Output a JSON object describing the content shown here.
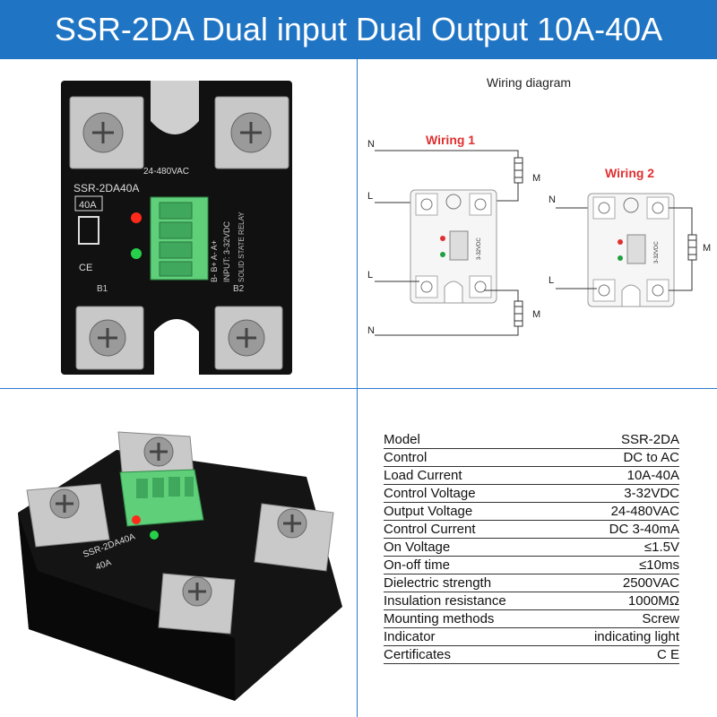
{
  "banner": {
    "title": "SSR-2DA Dual input Dual Output 10A-40A"
  },
  "relay_top": {
    "voltage": "24-480VAC",
    "model": "SSR-2DA40A",
    "rating": "40A",
    "input_label": "INPUT: 3-32VDC",
    "type_label": "SOLID STATE RELAY",
    "term_b1": "B1",
    "term_b2": "B2",
    "term_minus": "B- B+ A- A+",
    "ce": "CE"
  },
  "wiring": {
    "title": "Wiring diagram",
    "wiring1": "Wiring 1",
    "wiring2": "Wiring 2",
    "n": "N",
    "l": "L",
    "m": "M",
    "module_voltage": "3-32VDC",
    "accent": "#e03030"
  },
  "specs": [
    {
      "label": "Model",
      "value": "SSR-2DA"
    },
    {
      "label": "Control",
      "value": "DC to AC"
    },
    {
      "label": "Load Current",
      "value": "10A-40A"
    },
    {
      "label": "Control Voltage",
      "value": "3-32VDC"
    },
    {
      "label": "Output Voltage",
      "value": "24-480VAC"
    },
    {
      "label": "Control  Current",
      "value": "DC 3-40mA"
    },
    {
      "label": "On Voltage",
      "value": "≤1.5V"
    },
    {
      "label": "On-off time",
      "value": "≤10ms"
    },
    {
      "label": "Dielectric strength",
      "value": "2500VAC"
    },
    {
      "label": "Insulation resistance",
      "value": "1000MΩ"
    },
    {
      "label": "Mounting methods",
      "value": "Screw"
    },
    {
      "label": "Indicator",
      "value": "indicating light"
    },
    {
      "label": "Certificates",
      "value": "C E"
    }
  ]
}
